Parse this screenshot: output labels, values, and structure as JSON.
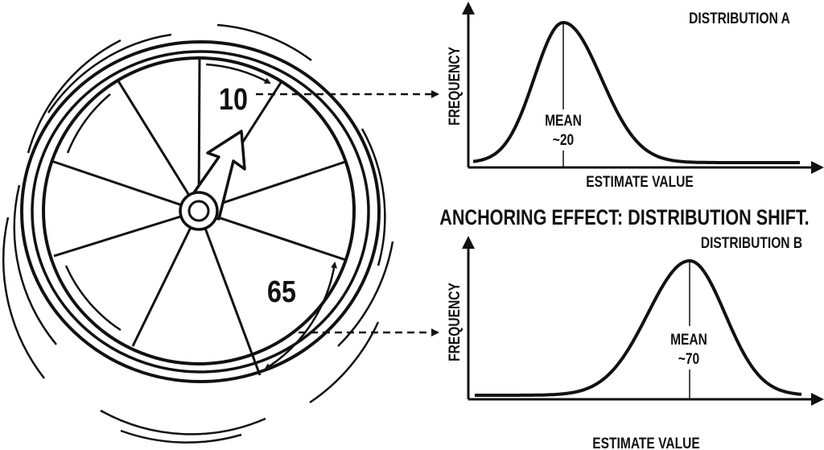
{
  "title": "ANCHORING EFFECT: DISTRIBUTION SHIFT.",
  "wheel": {
    "anchor_low": "10",
    "anchor_high": "65",
    "segments": 9
  },
  "colors": {
    "ink": "#111111",
    "background": "#ffffff"
  },
  "chart_data": [
    {
      "type": "line",
      "title": "DISTRIBUTION A",
      "xlabel": "ESTIMATE VALUE",
      "ylabel": "FREQUENCY",
      "mean_label": "MEAN",
      "mean_value": "~20",
      "shape": "right-skewed bell curve",
      "grid": false
    },
    {
      "type": "line",
      "title": "DISTRIBUTION B",
      "xlabel": "ESTIMATE VALUE",
      "ylabel": "FREQUENCY",
      "mean_label": "MEAN",
      "mean_value": "~70",
      "shape": "left-skewed bell curve",
      "grid": false
    }
  ]
}
